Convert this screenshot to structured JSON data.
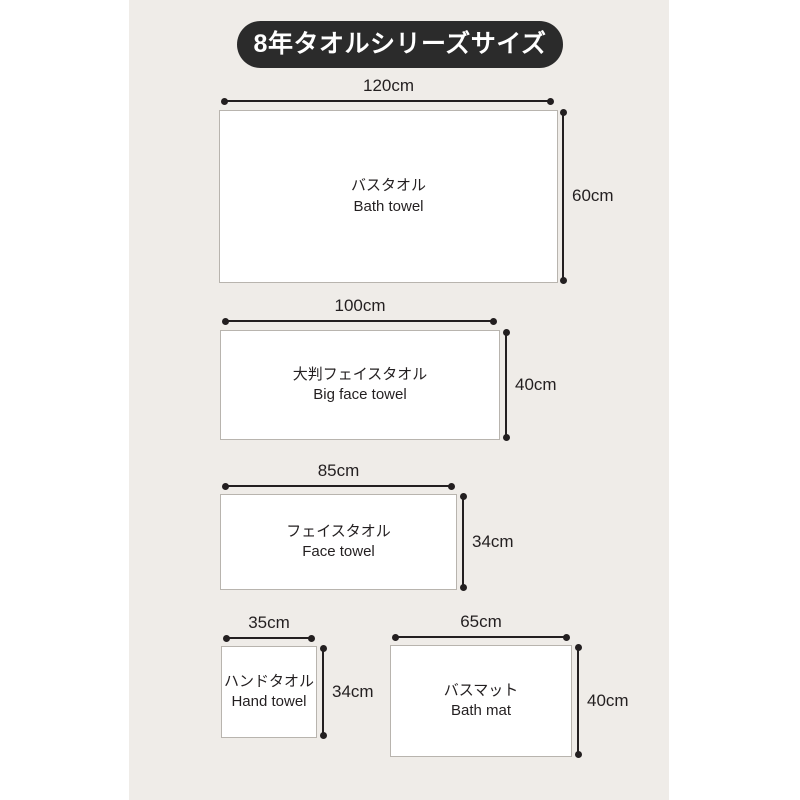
{
  "header": {
    "title": "8年タオルシリーズサイズ",
    "pill_color": "#2b2b2b",
    "title_color": "#ffffff"
  },
  "theme": {
    "page_background": "#ffffff",
    "panel_background": "#efece8",
    "rect_fill": "#ffffff",
    "rect_border": "#b8b4ae",
    "line_color": "#231f20",
    "text_color": "#231f20"
  },
  "items": [
    {
      "name_jp": "バスタオル",
      "name_en": "Bath towel",
      "width_label": "120cm",
      "height_label": "60cm"
    },
    {
      "name_jp": "大判フェイスタオル",
      "name_en": "Big face towel",
      "width_label": "100cm",
      "height_label": "40cm"
    },
    {
      "name_jp": "フェイスタオル",
      "name_en": "Face towel",
      "width_label": "85cm",
      "height_label": "34cm"
    },
    {
      "name_jp": "ハンドタオル",
      "name_en": "Hand towel",
      "width_label": "35cm",
      "height_label": "34cm"
    },
    {
      "name_jp": "バスマット",
      "name_en": "Bath mat",
      "width_label": "65cm",
      "height_label": "40cm"
    }
  ]
}
